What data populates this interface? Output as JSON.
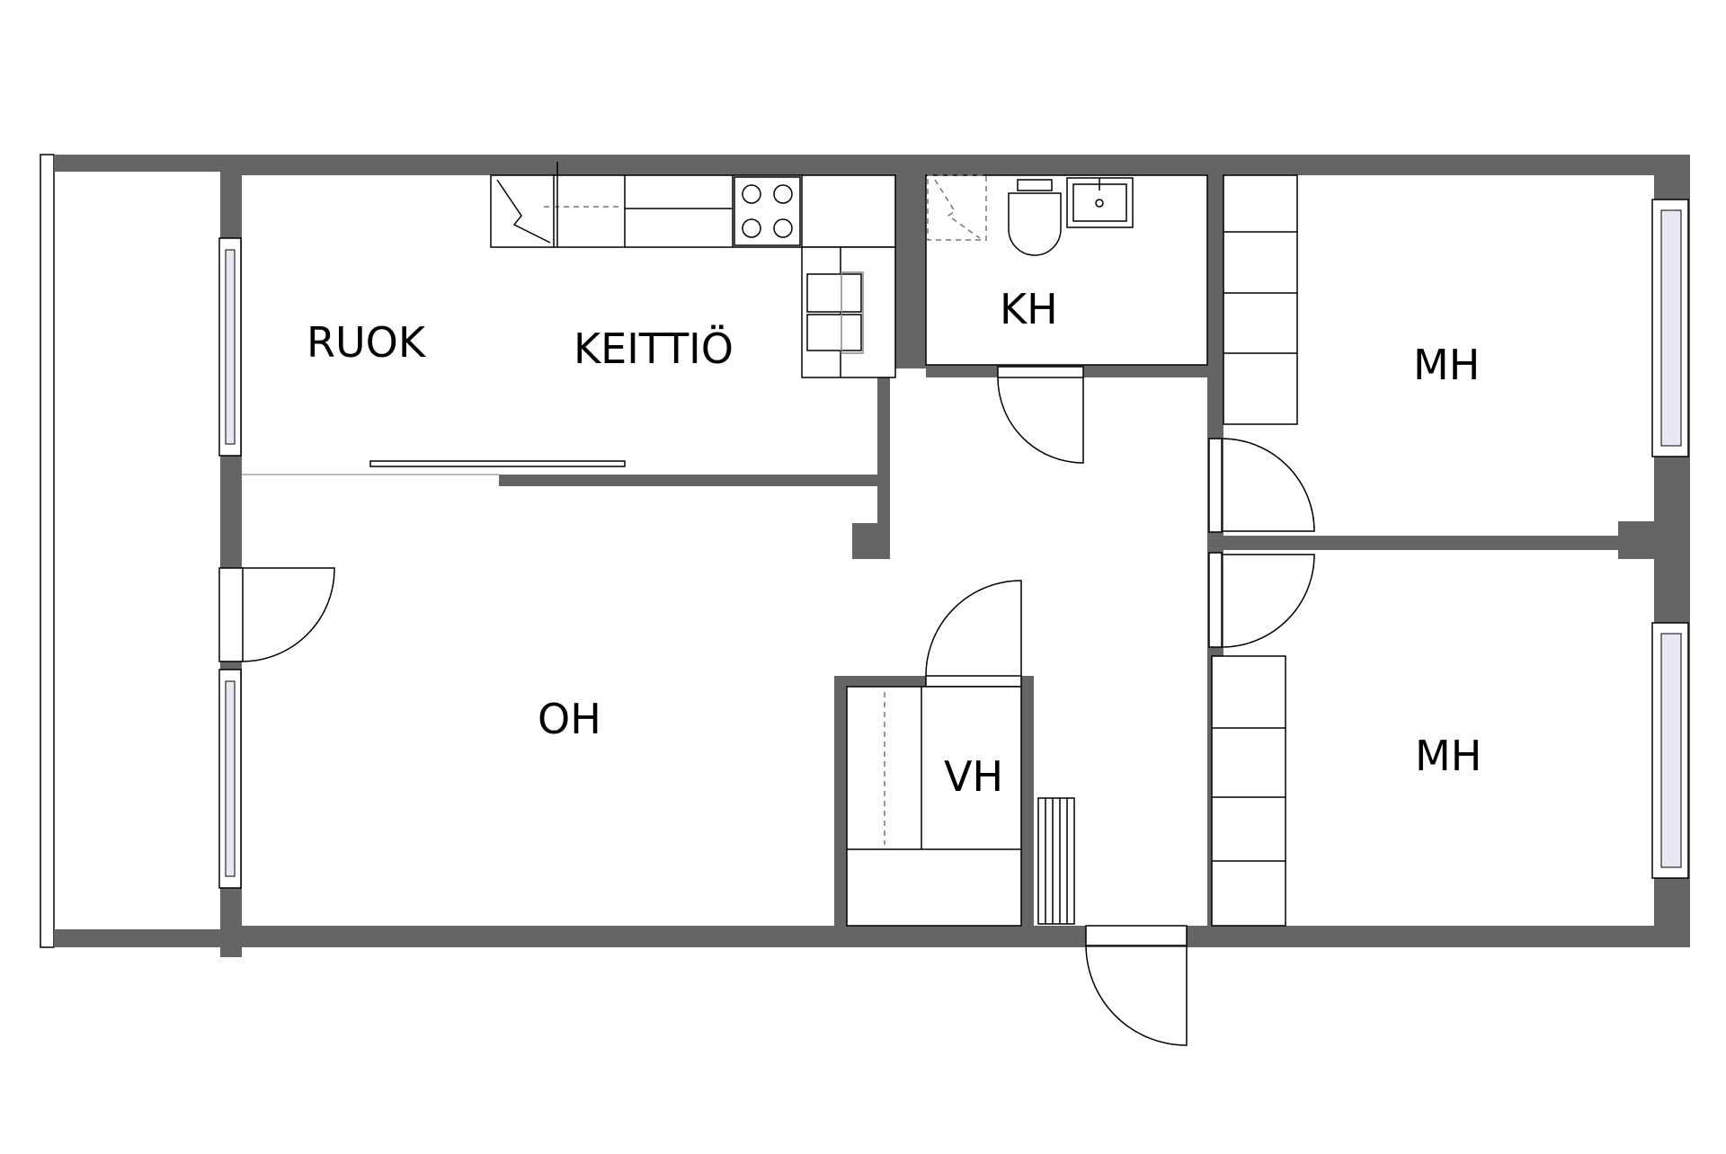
{
  "rooms": {
    "ruok": "RUOK",
    "keittio": "KEITTIÖ",
    "kh": "KH",
    "mh_top": "MH",
    "oh": "OH",
    "vh": "VH",
    "mh_bottom": "MH"
  },
  "colors": {
    "wall": "#656565",
    "line": "#000000",
    "window": "#e8e8f4",
    "background": "#ffffff"
  }
}
